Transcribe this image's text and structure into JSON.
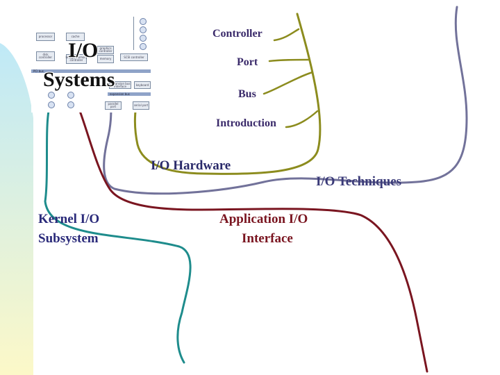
{
  "slide": {
    "title_line1": "I/O",
    "title_line2": "Systems"
  },
  "hardware_topics": [
    {
      "label": "Controller"
    },
    {
      "label": "Port"
    },
    {
      "label": "Bus"
    },
    {
      "label": "Introduction"
    }
  ],
  "main_topics": [
    {
      "label": "I/O Hardware"
    },
    {
      "label": "I/O Techniques"
    },
    {
      "label_line1": "Kernel I/O",
      "label_line2": "Subsystem"
    },
    {
      "label_line1": "Application I/O",
      "label_line2": "Interface"
    }
  ],
  "colors": {
    "hardware_branch": "#8c8c1e",
    "techniques_branch": "#72729a",
    "application_branch": "#7a1520",
    "kernel_branch": "#1e8c8c",
    "hardware_text": "#3a2a6a",
    "techniques_text": "#3a3a78",
    "application_text": "#7a1520",
    "kernel_text": "#2a2a7a",
    "gradient_top": "#bfe9f7",
    "gradient_bottom": "#fcf8c8"
  },
  "thumbnail": {
    "boxes": [
      {
        "label": "processor"
      },
      {
        "label": "cache"
      },
      {
        "label": "graphics controller"
      },
      {
        "label": "bridge/memory controller"
      },
      {
        "label": "memory"
      },
      {
        "label": "SCSI controller"
      },
      {
        "label": "disk controller"
      },
      {
        "label": "expansion bus interface"
      },
      {
        "label": "keyboard"
      },
      {
        "label": "parallel port"
      },
      {
        "label": "serial port"
      }
    ],
    "bus_label": "PCI bus",
    "expansion_bus_label": "expansion bus"
  }
}
